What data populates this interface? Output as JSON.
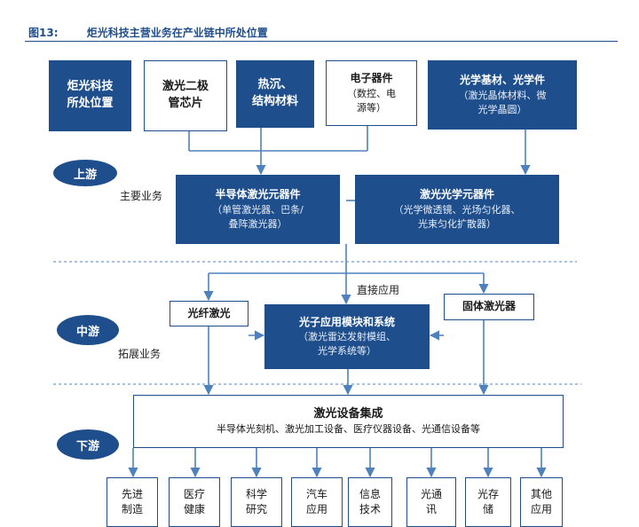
{
  "figure": {
    "number": "图13:",
    "title": "炬光科技主营业务在产业链中所处位置"
  },
  "stages": {
    "upstream": "上游",
    "midstream": "中游",
    "downstream": "下游"
  },
  "labels": {
    "main_business": "主要业务",
    "expand_business": "拓展业务",
    "direct_application": "直接应用"
  },
  "top_row": {
    "company": {
      "line1": "炬光科技",
      "line2": "所处位置"
    },
    "laser_diode_chip": {
      "line1": "激光二极",
      "line2": "管芯片"
    },
    "heat_sink": {
      "line1": "热沉、",
      "line2": "结构材料"
    },
    "electronics": {
      "title": "电子器件",
      "line2": "（数控、电",
      "line3": "源等）"
    },
    "optical_materials": {
      "title": "光学基材、光学件",
      "line2": "（激光晶体材料、微",
      "line3": "光学晶圆）"
    }
  },
  "upstream_products": {
    "semiconductor_laser": {
      "title": "半导体激光元器件",
      "line2": "（单管激光器、巴条/",
      "line3": "叠阵激光器）"
    },
    "laser_optics": {
      "title": "激光光学元器件",
      "line2": "（光学微透镜、光场匀化器、",
      "line3": "光束匀化扩散器）"
    }
  },
  "midstream": {
    "fiber_laser": "光纤激光",
    "photonics_module": {
      "title": "光子应用模块和系统",
      "line2": "（激光雷达发射模组、",
      "line3": "光学系统等）"
    },
    "solid_laser": "固体激光器"
  },
  "downstream": {
    "integration_title": "激光设备集成",
    "integration_sub": "半导体光刻机、激光加工设备、医疗仪器设备、光通信设备等",
    "apps": [
      {
        "line1": "先进",
        "line2": "制造"
      },
      {
        "line1": "医疗",
        "line2": "健康"
      },
      {
        "line1": "科学",
        "line2": "研究"
      },
      {
        "line1": "汽车",
        "line2": "应用"
      },
      {
        "line1": "信息",
        "line2": "技术"
      },
      {
        "line1": "光通",
        "line2": "讯"
      },
      {
        "line1": "光存",
        "line2": "储"
      },
      {
        "line1": "其他",
        "line2": "应用"
      }
    ]
  },
  "colors": {
    "primary": "#1f4e8c",
    "line": "#4f81bd"
  }
}
